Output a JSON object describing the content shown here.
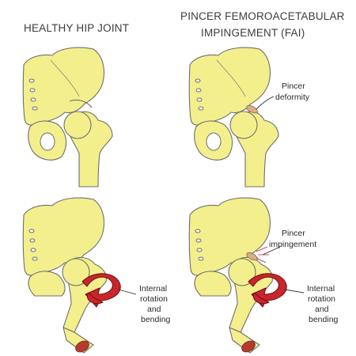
{
  "titles": {
    "healthy": "HEALTHY HIP JOINT",
    "fai_line1": "PINCER FEMOROACETABULAR",
    "fai_line2": "IMPINGEMENT (FAI)"
  },
  "labels": {
    "pincer_deformity_1": "Pincer",
    "pincer_deformity_2": "deformity",
    "pincer_impingement_1": "Pincer",
    "pincer_impingement_2": "impingement",
    "internal_rotation_1": "Internal",
    "internal_rotation_2": "rotation",
    "internal_rotation_3": "and",
    "internal_rotation_4": "bending"
  },
  "colors": {
    "bone": "#f3ef8c",
    "outline": "#6f6f6f",
    "arrow": "#c9252b",
    "marrow": "#b83a2a",
    "pincer": "#d7ae86"
  }
}
